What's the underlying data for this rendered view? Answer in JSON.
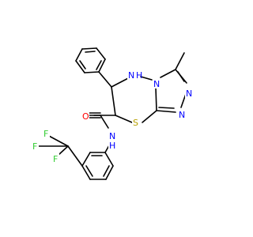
{
  "colors": {
    "bond": "#000000",
    "carbon": "#000000",
    "nitrogen": "#0000ff",
    "oxygen": "#ff0000",
    "sulfur": "#b8a000",
    "fluorine": "#33cc33"
  },
  "atoms": {
    "nh_ring": "N",
    "nh_ring_h": "H",
    "n_bridge": "N",
    "n_triazole_1": "N",
    "n_triazole_2": "N",
    "sulfur": "S",
    "oxygen": "O",
    "n_amide": "N",
    "n_amide_h": "H",
    "f_1": "F",
    "f_2": "F",
    "f_3": "F"
  }
}
